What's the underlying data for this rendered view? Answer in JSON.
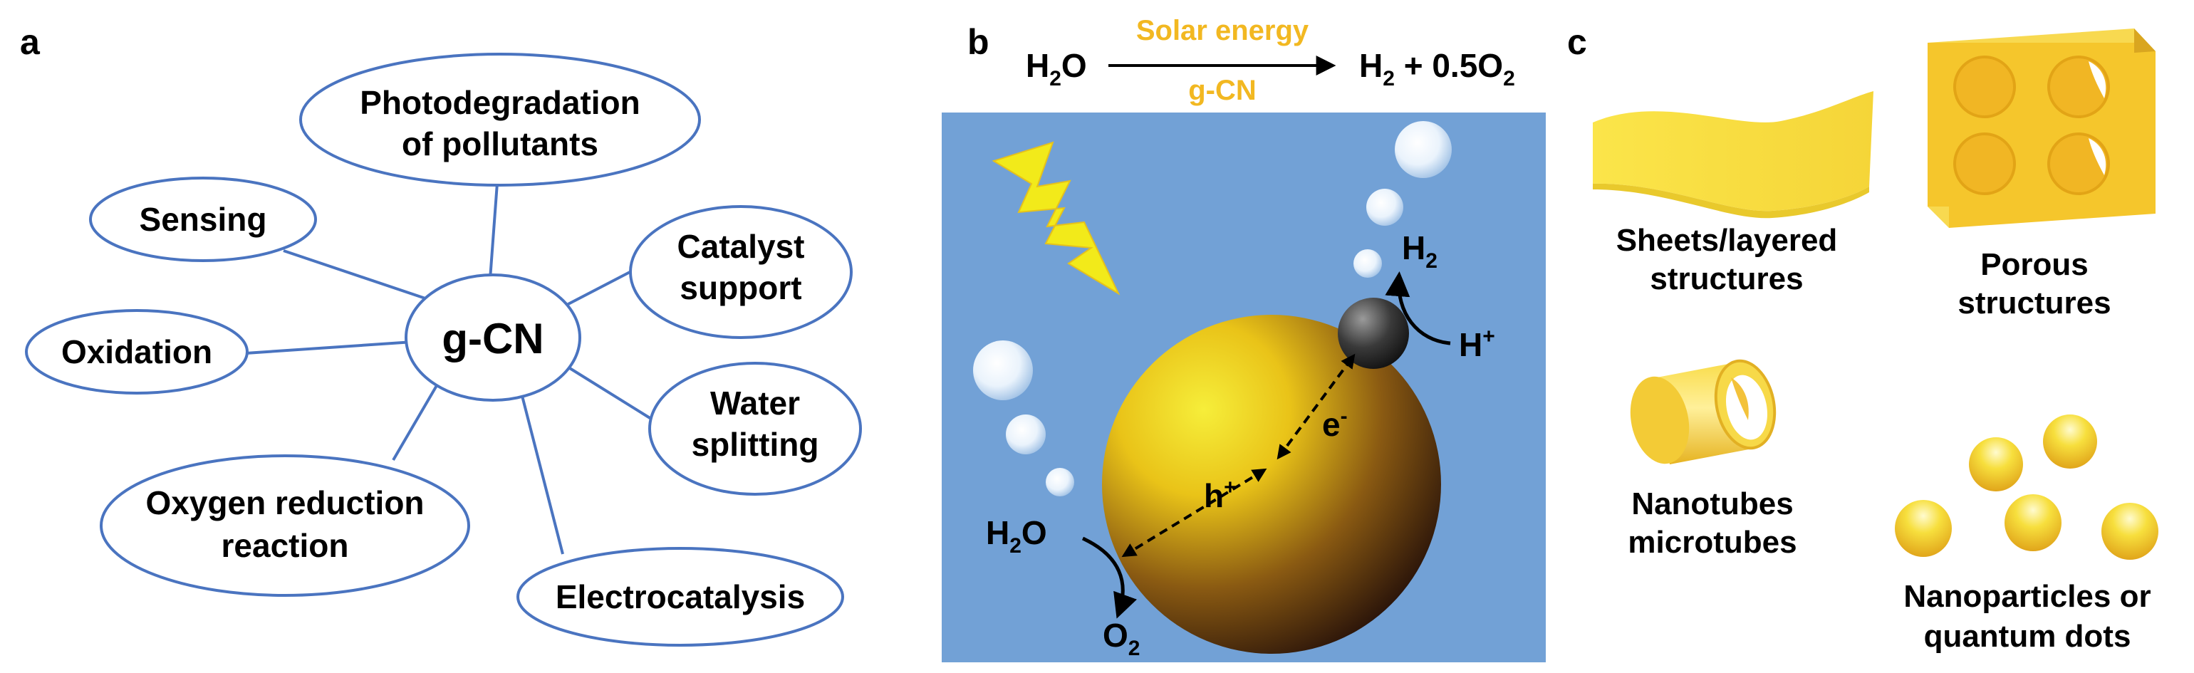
{
  "panels": {
    "a": "a",
    "b": "b",
    "c": "c"
  },
  "colors": {
    "node_stroke": "#4a74c0",
    "water_background": "#72a1d6",
    "solar_text": "#f2b821",
    "lightning": "#f2ea1a",
    "gcn_yellow": "#fbe84a"
  },
  "panel_a": {
    "center": "g-CN",
    "nodes": {
      "photodegradation": [
        "Photodegradation",
        "of pollutants"
      ],
      "sensing": [
        "Sensing"
      ],
      "catalyst": [
        "Catalyst",
        "support"
      ],
      "oxidation": [
        "Oxidation"
      ],
      "water": [
        "Water",
        "splitting"
      ],
      "oxygen": [
        "Oxygen reduction",
        "reaction"
      ],
      "electro": [
        "Electrocatalysis"
      ]
    }
  },
  "panel_b": {
    "equation": {
      "reactant": "H",
      "reactant_sub": "2",
      "reactant_tail": "O",
      "above_arrow": "Solar energy",
      "below_arrow": "g-CN",
      "product_h": "H",
      "product_h_sub": "2",
      "product_plus": " + 0.5O",
      "product_o_sub": "2"
    },
    "labels": {
      "h2_main": "H",
      "h2_sub": "2",
      "hplus_main": "H",
      "hplus_sup": "+",
      "e_main": "e",
      "e_sup": "-",
      "h_main": "h",
      "h_sup": "+",
      "h2o_h": "H",
      "h2o_sub": "2",
      "h2o_o": "O",
      "o2_main": "O",
      "o2_sub": "2"
    }
  },
  "panel_c": {
    "sheets": [
      "Sheets/layered",
      "structures"
    ],
    "porous": [
      "Porous",
      "structures"
    ],
    "tubes": [
      "Nanotubes",
      "microtubes"
    ],
    "particles": [
      "Nanoparticles or",
      "quantum dots"
    ]
  }
}
